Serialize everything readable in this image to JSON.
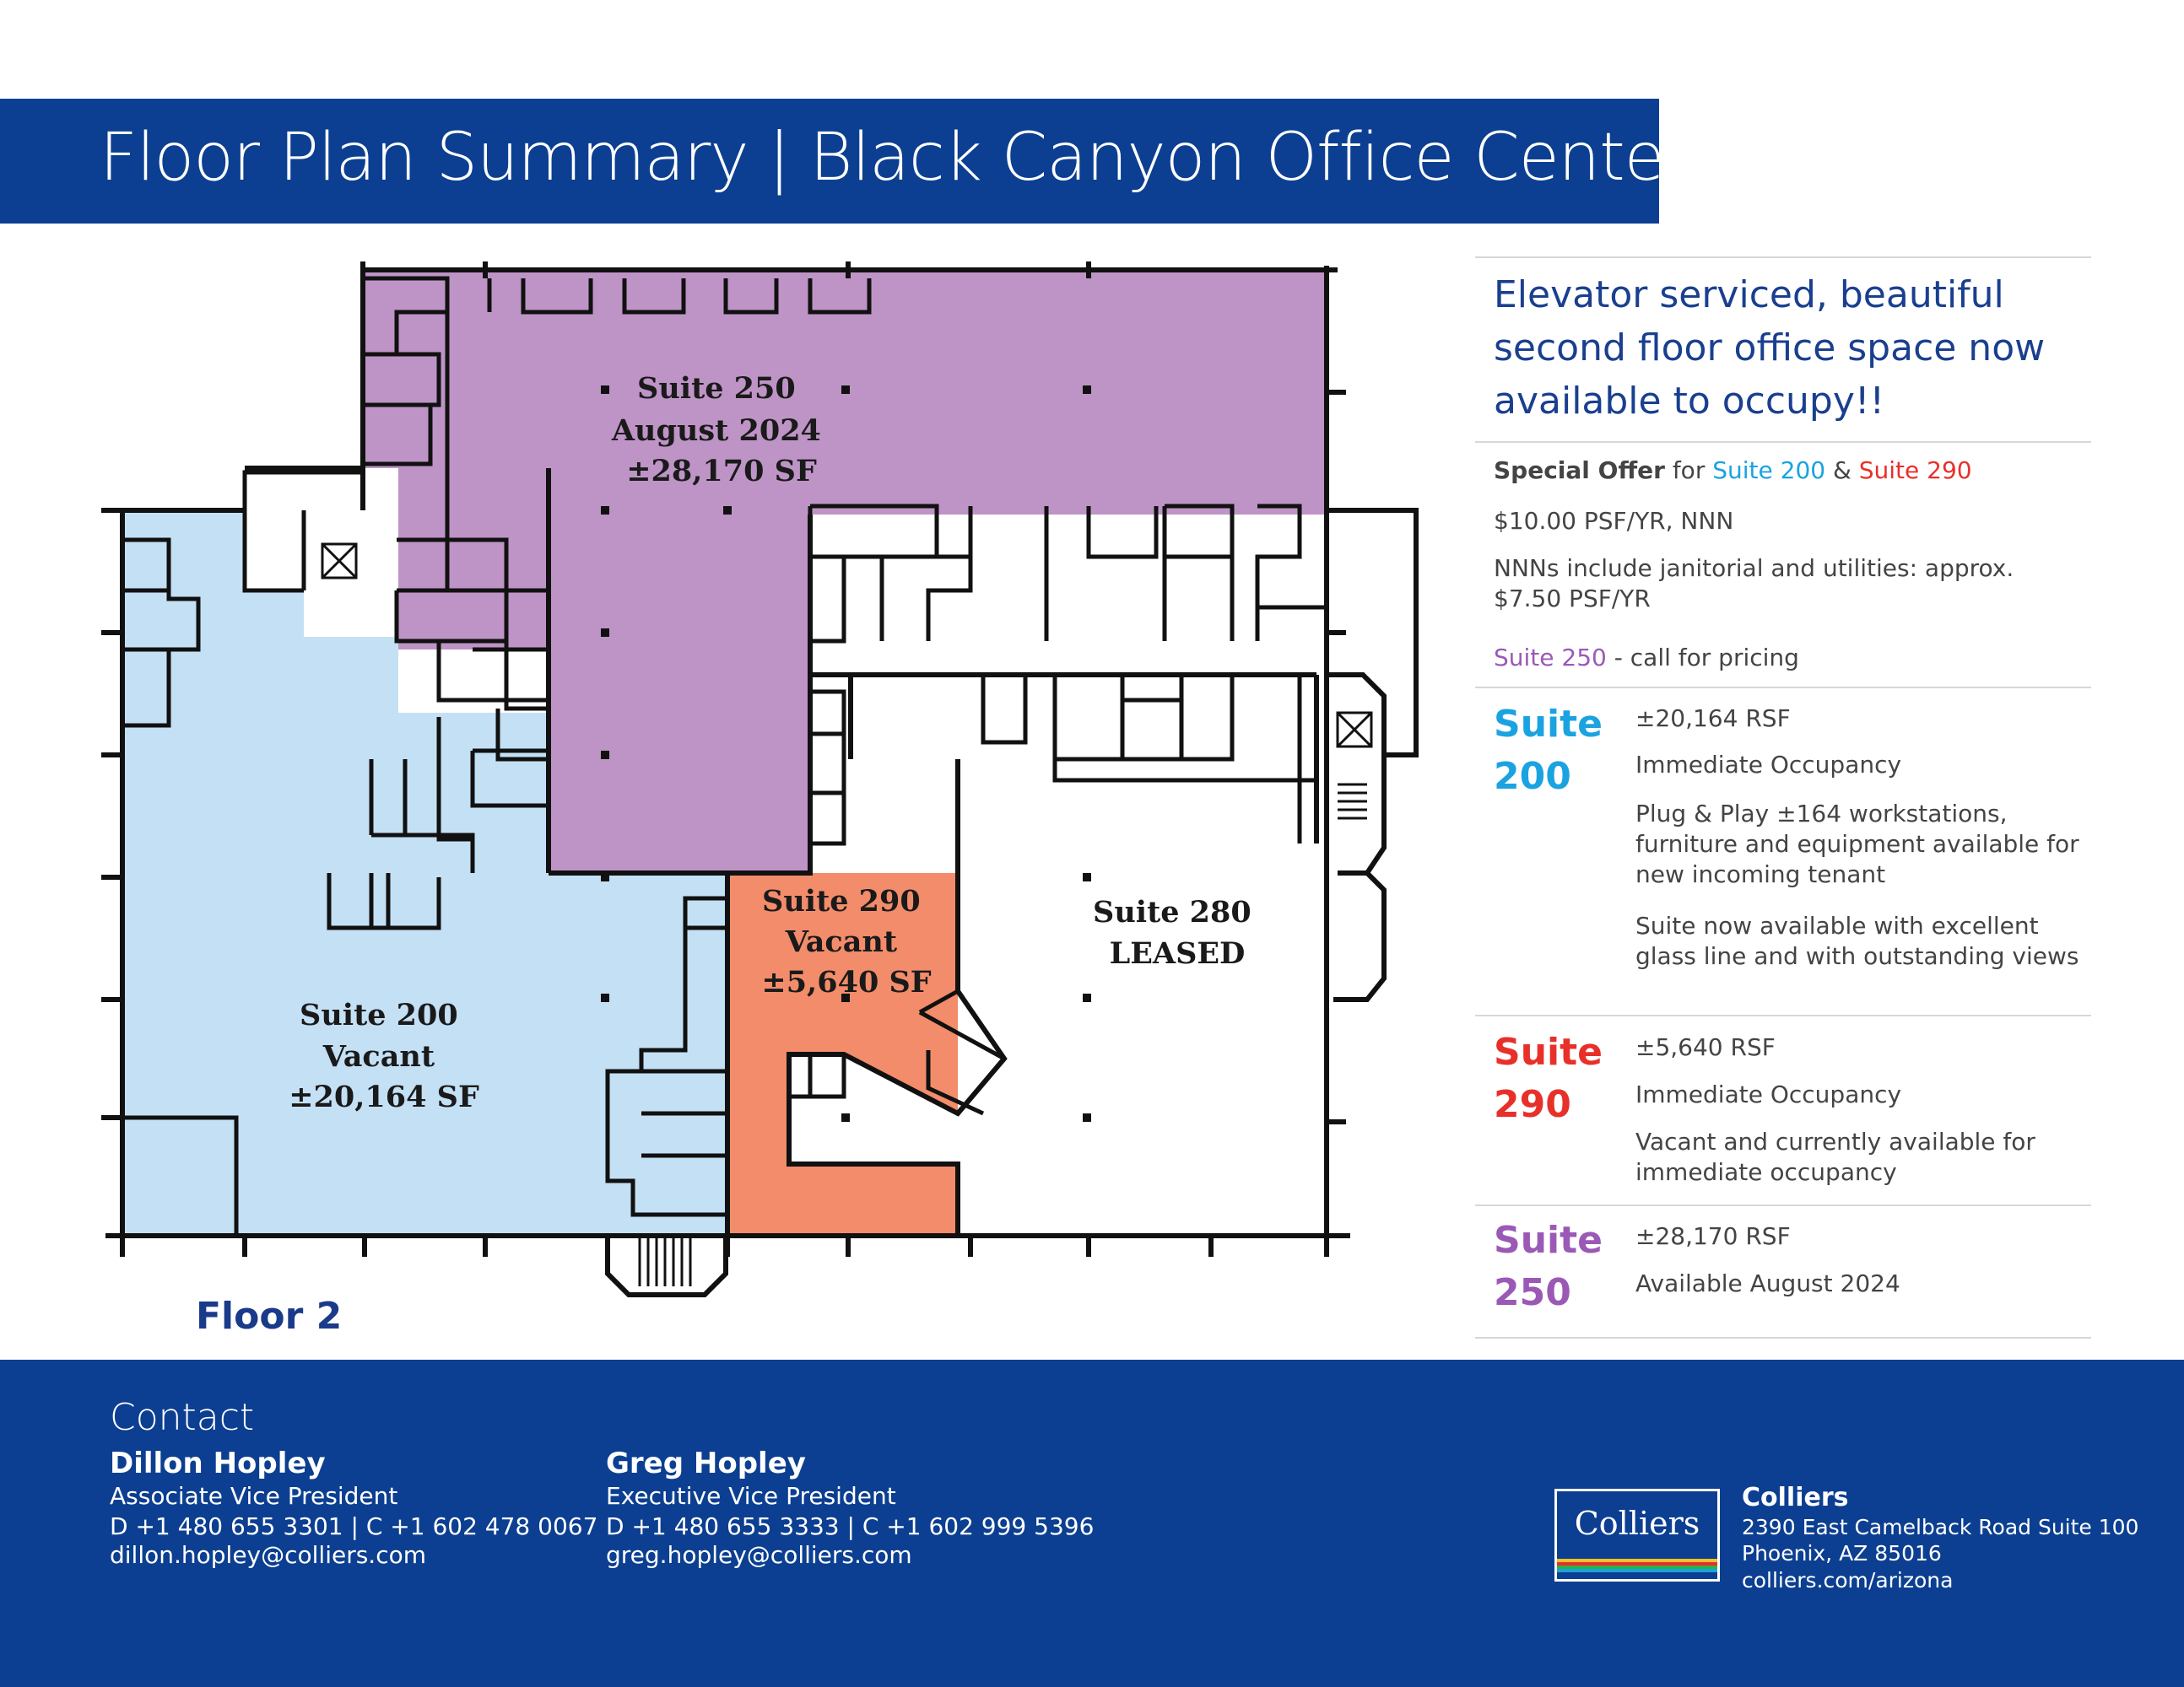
{
  "header": {
    "title": "Floor Plan Summary | Black Canyon Office Center"
  },
  "floor_plan": {
    "floor_label": "Floor 2",
    "suites": [
      {
        "id": "250",
        "lines": [
          "Suite 250",
          "August 2024",
          "±28,170 SF"
        ],
        "color": "#be94c6"
      },
      {
        "id": "200",
        "lines": [
          "Suite 200",
          "Vacant",
          "±20,164 SF"
        ],
        "color": "#c4e0f5"
      },
      {
        "id": "290",
        "lines": [
          "Suite 290",
          "Vacant",
          "±5,640 SF"
        ],
        "color": "#f28c6a"
      },
      {
        "id": "280",
        "lines": [
          "Suite 280",
          "LEASED"
        ],
        "color": "#ffffff"
      }
    ]
  },
  "sidebar": {
    "headline": "Elevator serviced, beautiful second floor office space now available to occupy!!",
    "offer": {
      "label_bold": "Special Offer",
      "label_for": "for",
      "suite_a": "Suite 200",
      "amp": "&",
      "suite_b": "Suite 290",
      "price": "$10.00 PSF/YR, NNN",
      "nnn_line1": "NNNs include janitorial and utilities: approx.",
      "nnn_line2": "$7.50 PSF/YR",
      "suite_250": "Suite 250",
      "suite_250_note": "- call for pricing"
    },
    "suites": [
      {
        "word": "Suite",
        "num": "200",
        "color": "#1aa3e0",
        "details": [
          "±20,164 RSF",
          "Immediate Occupancy",
          "Plug & Play ±164 workstations, furniture and equipment available for new incoming tenant",
          "Suite now available with excellent glass line and with outstanding views"
        ]
      },
      {
        "word": "Suite",
        "num": "290",
        "color": "#e8302a",
        "details": [
          "±5,640 RSF",
          "Immediate Occupancy",
          "Vacant and currently available for immediate occupancy"
        ]
      },
      {
        "word": "Suite",
        "num": "250",
        "color": "#9b59b6",
        "details": [
          "±28,170 RSF",
          "Available August 2024"
        ]
      }
    ]
  },
  "footer": {
    "contact_title": "Contact",
    "contacts": [
      {
        "name": "Dillon Hopley",
        "title": "Associate Vice President",
        "phones": "D +1 480 655 3301 | C +1 602 478 0067",
        "email": "dillon.hopley@colliers.com"
      },
      {
        "name": "Greg Hopley",
        "title": "Executive Vice President",
        "phones": "D +1 480 655 3333 | C +1 602 999 5396",
        "email": "greg.hopley@colliers.com"
      }
    ],
    "logo_text": "Colliers",
    "company": {
      "name": "Colliers",
      "address1": "2390 East Camelback Road Suite 100",
      "address2": "Phoenix, AZ 85016",
      "web": "colliers.com/arizona"
    }
  }
}
